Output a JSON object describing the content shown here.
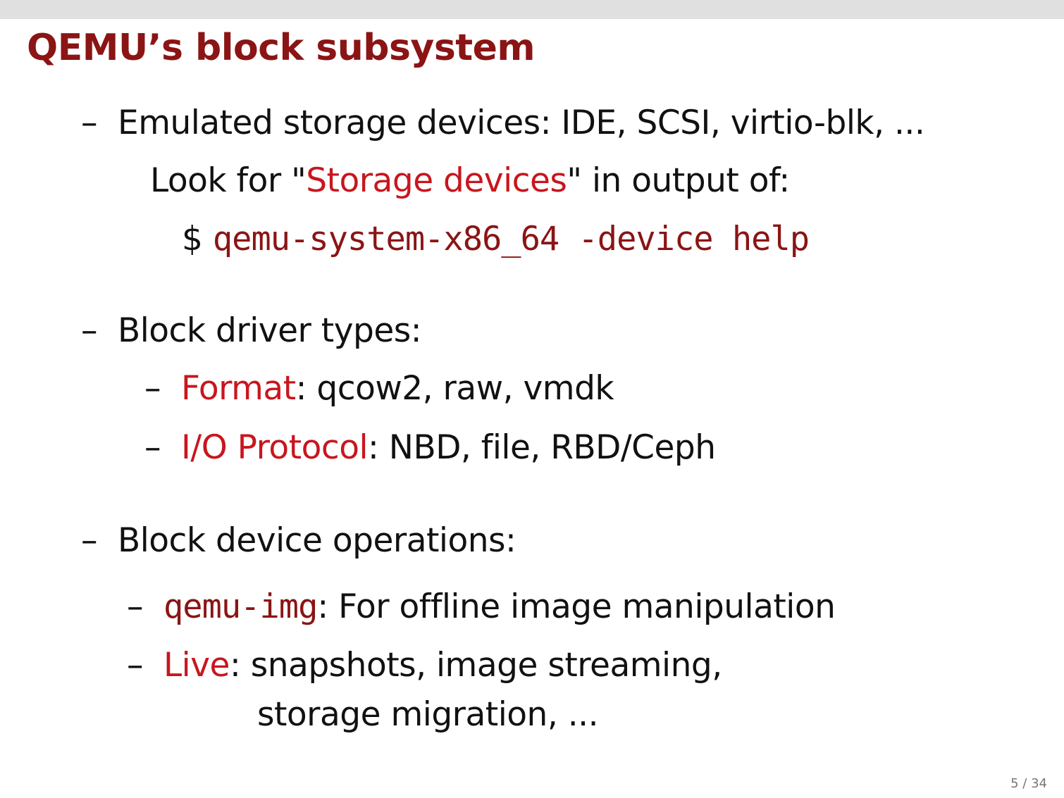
{
  "title": "QEMU’s block subsystem",
  "bullets": {
    "dash": "–",
    "emulated": {
      "text": "Emulated storage devices: IDE, SCSI, virtio-blk, ..."
    },
    "look_pre": "Look for \"",
    "look_hl": "Storage devices",
    "look_post": "\" in output of:",
    "prompt": "$",
    "command": "qemu-system-x86_64 -device help",
    "driver_types": "Block driver types:",
    "format_label": "Format",
    "format_text": ": qcow2, raw, vmdk",
    "io_label": "I/O Protocol",
    "io_text": ": NBD, file, RBD/Ceph",
    "ops": "Block device operations:",
    "qemuimg_label": "qemu-img",
    "qemuimg_text": ":  For offline image manipulation",
    "live_label": "Live",
    "live_text": ":  snapshots, image streaming,",
    "live_text2": "storage migration, ..."
  },
  "page_number": "5 / 34",
  "colors": {
    "title": "#8b1414",
    "highlight": "#c8161e",
    "topbar": "#e0e0e0"
  }
}
